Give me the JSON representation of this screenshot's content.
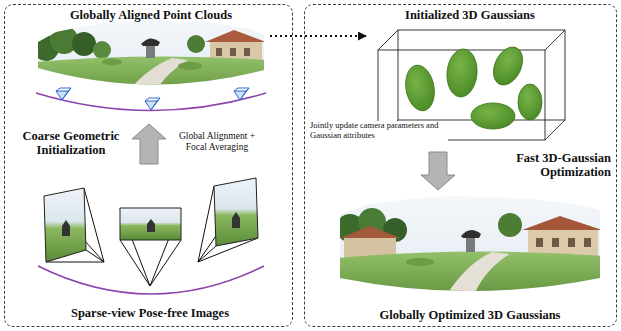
{
  "diagram": {
    "nodes": [
      {
        "text": [
          "Coarse Geometric Initialization"
        ]
      },
      {
        "text": [
          "Globally Aligned Point Clouds"
        ],
        "in": 0
      },
      {
        "text": [
          "Sparse-view Pose-free Images"
        ],
        "in": 0
      },
      {
        "text": [
          "Fast 3D-Gaussian Optimization"
        ]
      },
      {
        "text": [
          "Initialized 3D Gaussians"
        ],
        "in": 3
      },
      {
        "text": [
          "Globally Optimized 3D Gaussians"
        ],
        "in": 3
      }
    ],
    "edges": [
      {
        "from": 2,
        "to": 1,
        "arrow": "to"
      },
      {
        "from": 1,
        "to": 4,
        "arrow": "to"
      },
      {
        "from": 4,
        "to": 5,
        "arrow": "to"
      }
    ],
    "labels": [
      "Global Alignment + Focal Averaging",
      "Jointly update camera parameters and Gaussian attributes"
    ]
  }
}
